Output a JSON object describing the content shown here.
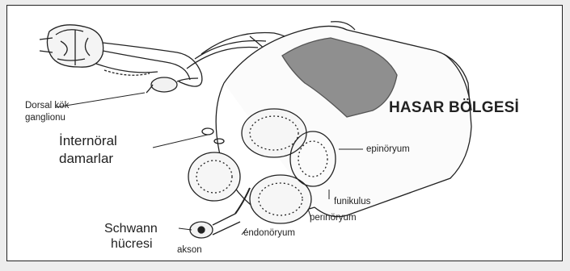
{
  "labels": {
    "dorsal_line1": "Dorsal kök",
    "dorsal_line2": "ganglionu",
    "damage_zone": "HASAR BÖLGESİ",
    "internoral_line1": "İnternöral",
    "internoral_line2": "damarlar",
    "epinoryum": "epinöryum",
    "funikulus": "funikulus",
    "perinoryum": "perinöryum",
    "endonoryum": "endonöryum",
    "schwann_line1": "Schwann",
    "schwann_line2": "hücresi",
    "akson": "akson"
  },
  "colors": {
    "damage_band": "#8f8f8f",
    "ink": "#222222",
    "frame_bg": "#ededed"
  }
}
